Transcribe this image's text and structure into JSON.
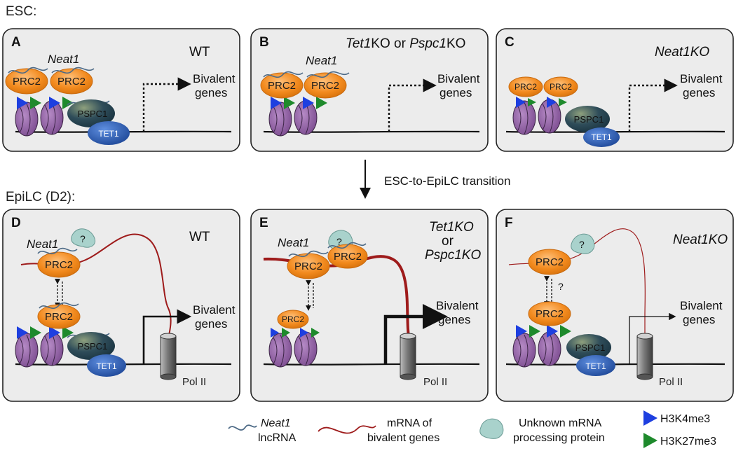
{
  "sections": {
    "esc": "ESC:",
    "epilc": "EpiLC (D2):"
  },
  "transition_label": "ESC-to-EpiLC transition",
  "panels": {
    "A": {
      "letter": "A",
      "condition": "WT"
    },
    "B": {
      "letter": "B",
      "condition_parts": [
        "Tet1",
        "KO or ",
        "Pspc1",
        "KO"
      ]
    },
    "C": {
      "letter": "C",
      "condition": "Neat1KO"
    },
    "D": {
      "letter": "D",
      "condition": "WT"
    },
    "E": {
      "letter": "E",
      "condition_lines": [
        "Tet1KO",
        "or",
        "Pspc1KO"
      ]
    },
    "F": {
      "letter": "F",
      "condition": "Neat1KO"
    }
  },
  "labels": {
    "neat1": "Neat1",
    "prc2": "PRC2",
    "pspc1": "PSPC1",
    "tet1": "TET1",
    "bivalent_1": "Bivalent",
    "bivalent_2": "genes",
    "pol2": "Pol II",
    "question": "?"
  },
  "legend": {
    "neat1_line1": "Neat1",
    "neat1_line2": "lncRNA",
    "mrna_line1": "mRNA of",
    "mrna_line2": "bivalent genes",
    "protein_line1": "Unknown mRNA",
    "protein_line2": "processing protein",
    "h3k4": "H3K4me3",
    "h3k27": "H3K27me3"
  },
  "colors": {
    "panel_bg": "#ececec",
    "prc2": "#f28a1e",
    "nucleosome": "#8a5b9c",
    "pspc1": "#25465a",
    "tet1": "#1d4ea3",
    "h3k4me3": "#1d3fe0",
    "h3k27me3": "#1e8a2c",
    "neat1_rna": "#4d6a86",
    "mrna": "#9e1b1b",
    "unknown_protein": "#a9d2cc",
    "pol2": "#808080"
  }
}
